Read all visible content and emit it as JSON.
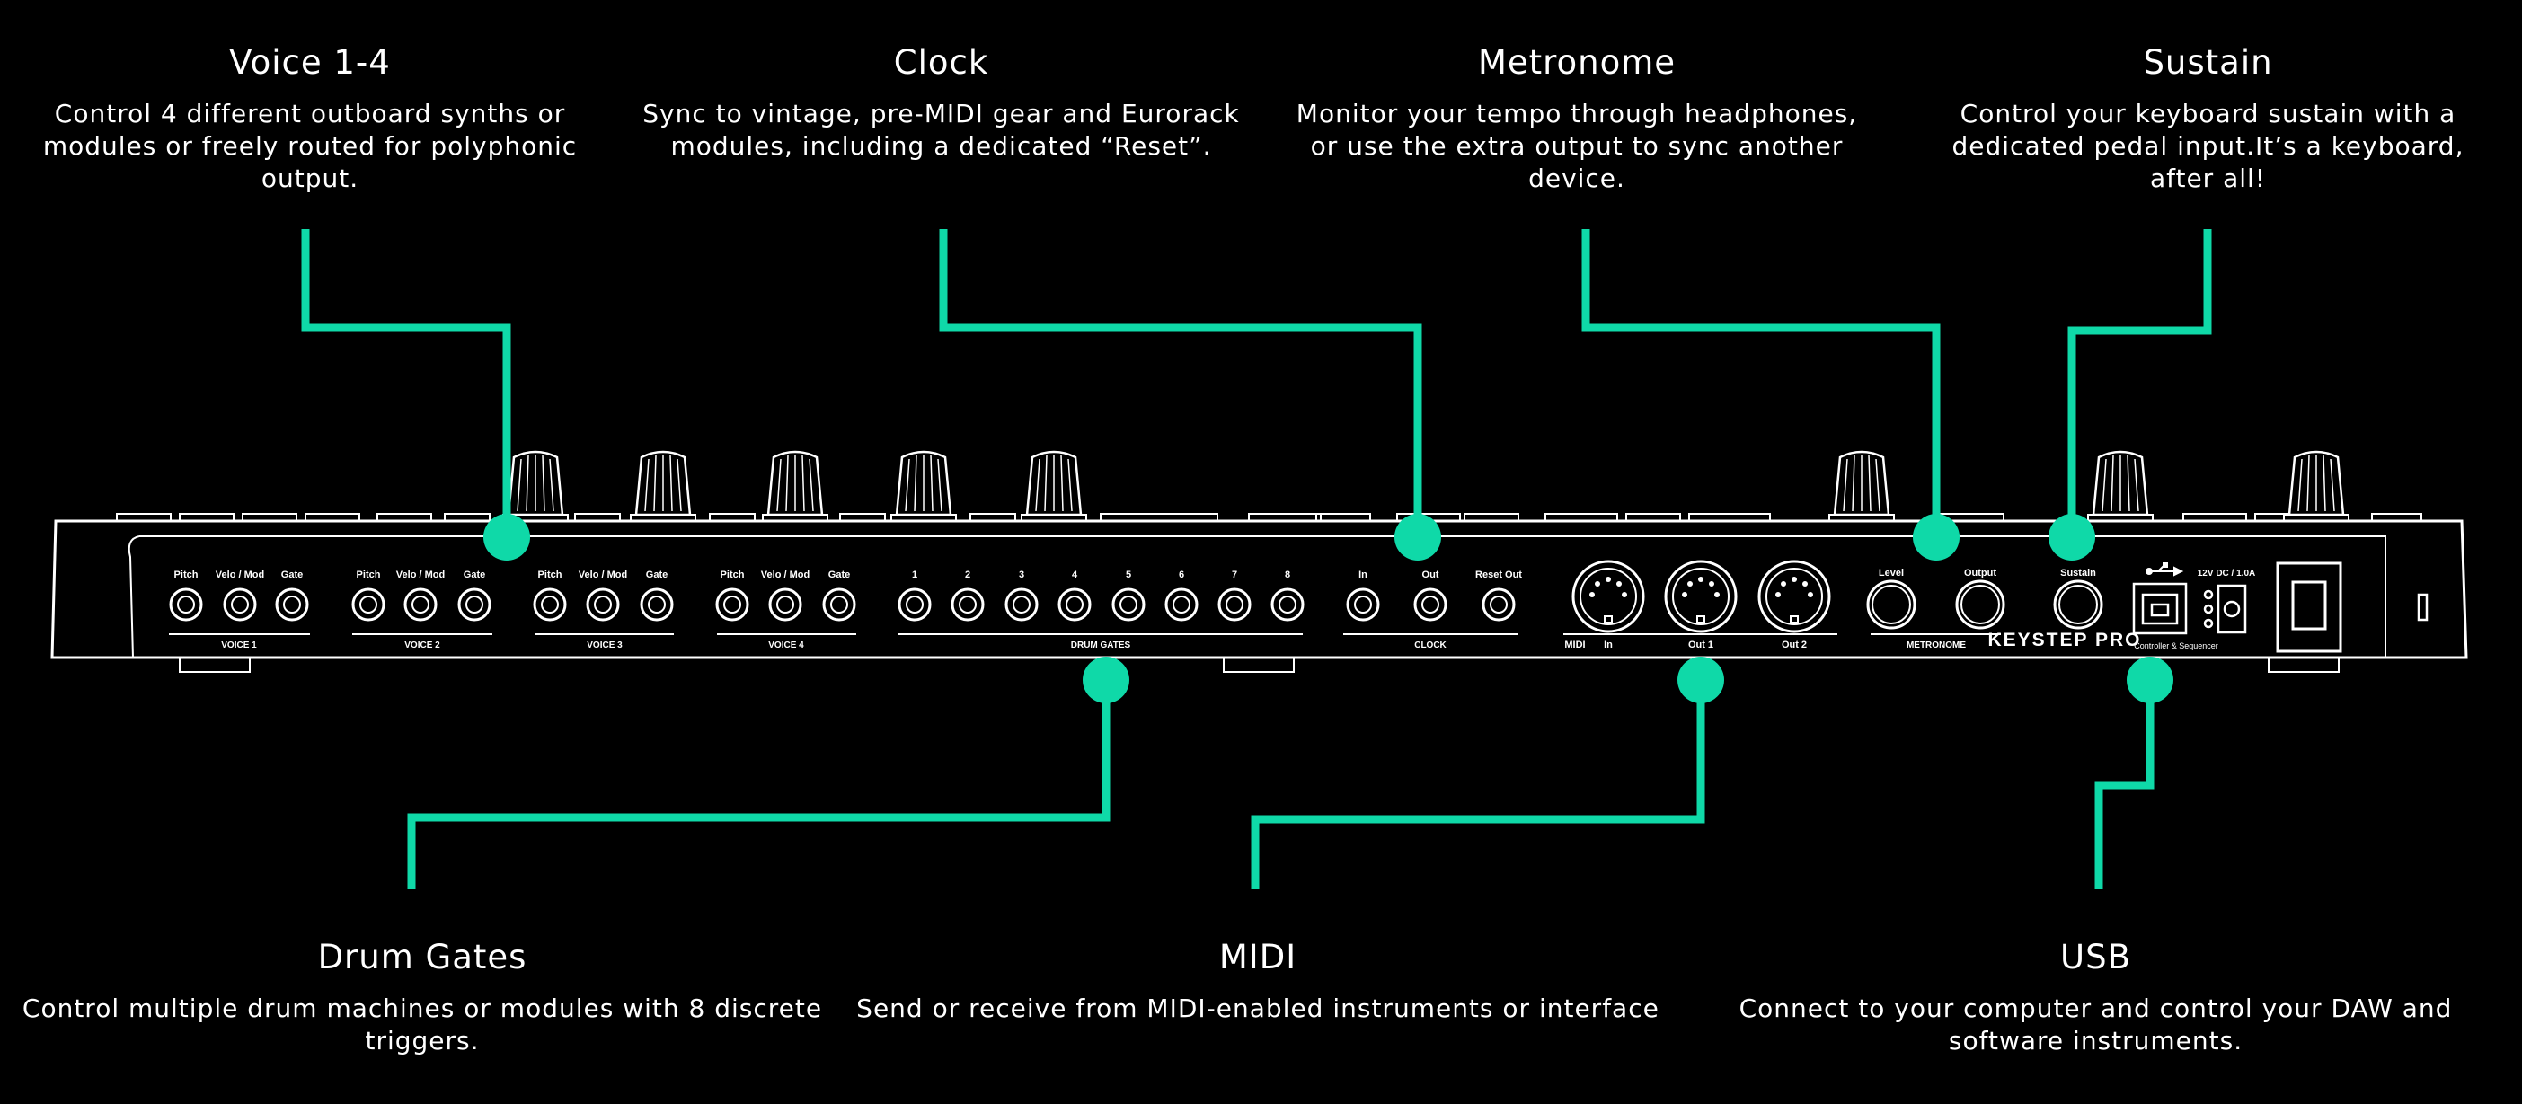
{
  "callouts": {
    "voice": {
      "title": "Voice 1-4",
      "desc": "Control 4 different outboard synths or modules or freely routed for polyphonic output."
    },
    "clock": {
      "title": "Clock",
      "desc": "Sync to vintage, pre-MIDI gear and Eurorack modules, including a dedicated “Reset”."
    },
    "metronome": {
      "title": "Metronome",
      "desc": "Monitor your tempo through headphones, or use the extra output to sync another device."
    },
    "sustain": {
      "title": "Sustain",
      "desc": "Control your keyboard sustain with a dedicated pedal input.It’s a keyboard, after all!"
    },
    "drum_gates": {
      "title": "Drum Gates",
      "desc": "Control multiple drum machines or modules with 8 discrete triggers."
    },
    "midi": {
      "title": "MIDI",
      "desc": "Send or receive from MIDI-enabled instruments or interface"
    },
    "usb": {
      "title": "USB",
      "desc": "Connect to your computer and control your DAW and software instruments."
    }
  },
  "panel": {
    "voice_jacks": [
      "Pitch",
      "Velo / Mod",
      "Gate"
    ],
    "voice_groups": [
      "VOICE 1",
      "VOICE 2",
      "VOICE 3",
      "VOICE 4"
    ],
    "drum_numbers": [
      "1",
      "2",
      "3",
      "4",
      "5",
      "6",
      "7",
      "8"
    ],
    "drum_group": "DRUM GATES",
    "clock_jacks": [
      "In",
      "Out",
      "Reset Out"
    ],
    "clock_group": "CLOCK",
    "midi_label": "MIDI",
    "midi_ports": [
      "In",
      "Out 1",
      "Out 2"
    ],
    "metronome_jacks": [
      "Level",
      "Output"
    ],
    "metronome_group": "METRONOME",
    "sustain_label": "Sustain",
    "power_label": "12V DC / 1.0A",
    "brand": "KEYSTEP PRO",
    "brand_sub": "Controller & Sequencer"
  },
  "colors": {
    "accent": "#0fd9a8",
    "line": "#ffffff",
    "background": "#000000"
  }
}
